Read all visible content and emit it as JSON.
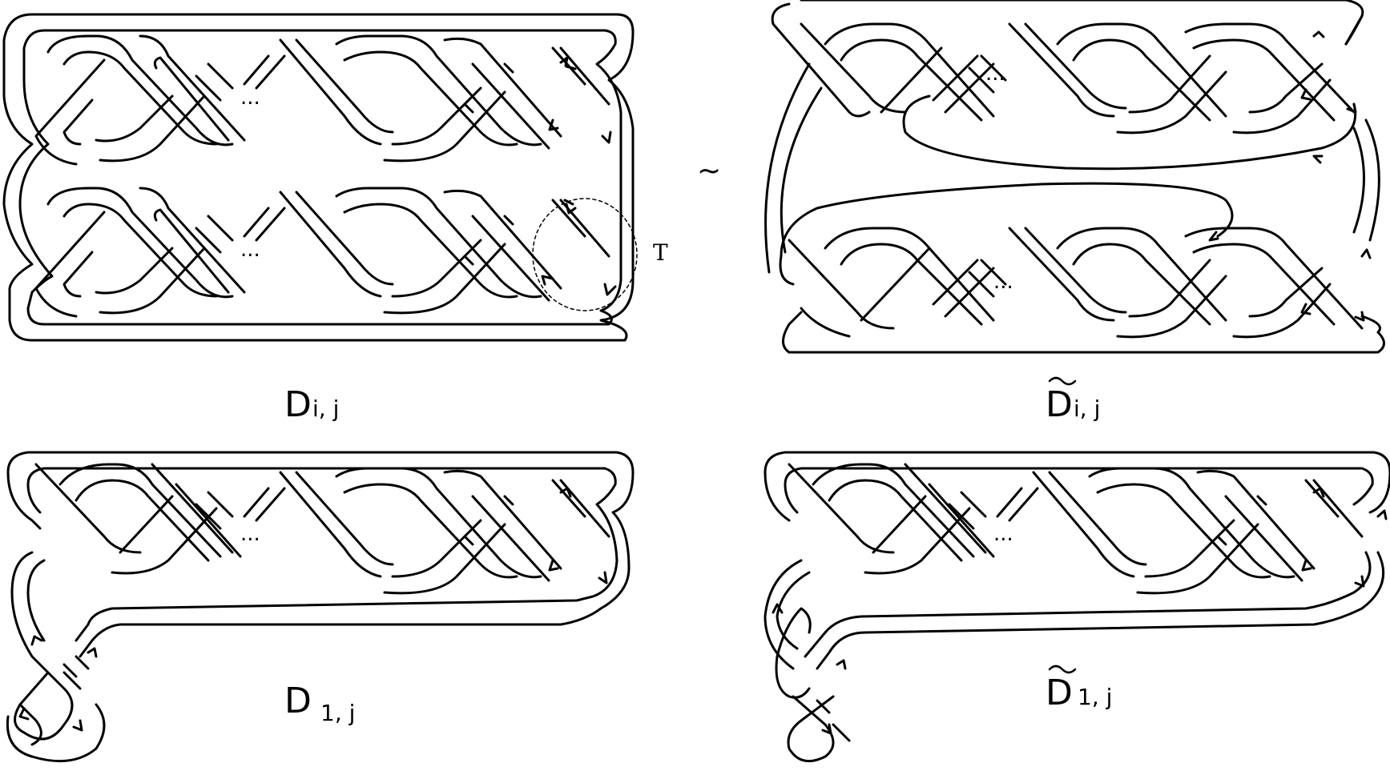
{
  "diagrams": [
    {
      "id": "d-ij",
      "label_main": "D",
      "label_sub": "i, j",
      "tilde": false,
      "dots": "...",
      "marker": "T"
    },
    {
      "id": "dtilde-ij",
      "label_main": "D",
      "label_sub": "i, j",
      "tilde": true,
      "dots": "..."
    },
    {
      "id": "d-1j",
      "label_main": "D",
      "label_sub": "1, j",
      "tilde": false,
      "dots": "..."
    },
    {
      "id": "dtilde-1j",
      "label_main": "D",
      "label_sub": "1, j",
      "tilde": true,
      "dots": "..."
    }
  ],
  "equivalence_symbol": "~",
  "colors": {
    "stroke": "#000000",
    "background": "#ffffff"
  }
}
